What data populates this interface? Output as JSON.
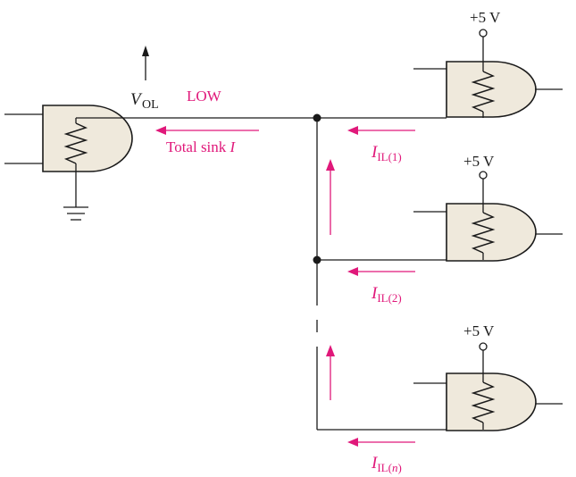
{
  "labels": {
    "vol_main": "V",
    "vol_sub": "OL",
    "low": "LOW",
    "total_sink": "Total sink ",
    "total_sink_italic": "I",
    "supply": "+5 V",
    "iil1_main": "I",
    "iil1_sub": "IL(1)",
    "iil2_main": "I",
    "iil2_sub": "IL(2)",
    "iiln_main": "I",
    "iiln_sub_a": "IL(",
    "iiln_sub_n": "n",
    "iiln_sub_b": ")"
  },
  "colors": {
    "current_arrows": "#e0187a",
    "gate_fill": "#efe9dc",
    "wire": "#1a1a1a"
  }
}
